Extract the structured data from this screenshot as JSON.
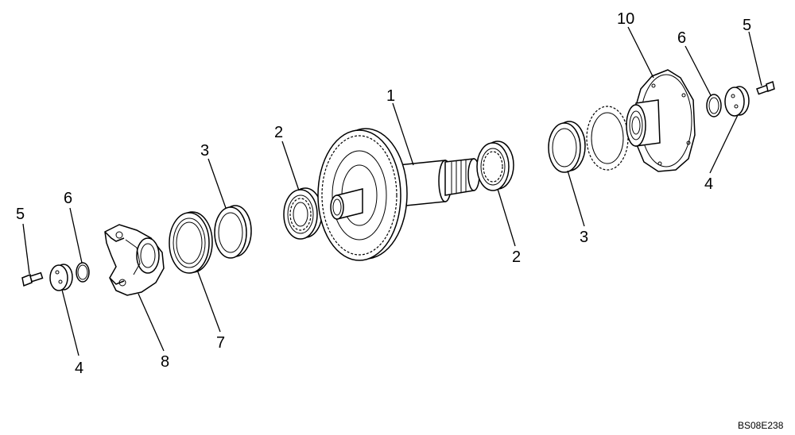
{
  "diagram": {
    "callouts": [
      {
        "id": "c1",
        "text": "1"
      },
      {
        "id": "c2a",
        "text": "2"
      },
      {
        "id": "c2b",
        "text": "2"
      },
      {
        "id": "c3a",
        "text": "3"
      },
      {
        "id": "c3b",
        "text": "3"
      },
      {
        "id": "c4a",
        "text": "4"
      },
      {
        "id": "c4b",
        "text": "4"
      },
      {
        "id": "c5a",
        "text": "5"
      },
      {
        "id": "c5b",
        "text": "5"
      },
      {
        "id": "c6a",
        "text": "6"
      },
      {
        "id": "c6b",
        "text": "6"
      },
      {
        "id": "c7",
        "text": "7"
      },
      {
        "id": "c8",
        "text": "8"
      },
      {
        "id": "c10",
        "text": "10"
      }
    ],
    "drawing_code": "BS08E238"
  }
}
